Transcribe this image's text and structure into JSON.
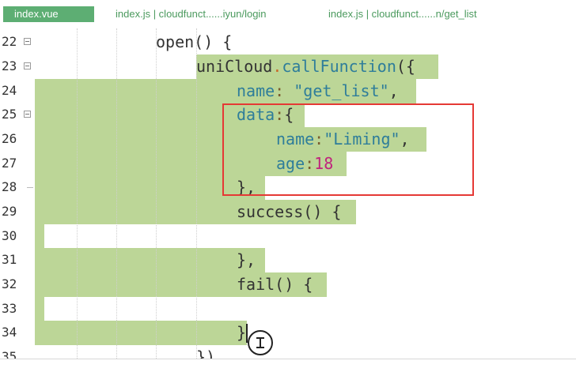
{
  "tabs": [
    {
      "label": "index.vue",
      "active": true
    },
    {
      "label": "index.js | cloudfunct......iyun/login",
      "active": false
    },
    {
      "label": "index.js | cloudfunct......n/get_list",
      "active": false
    }
  ],
  "colors": {
    "accent": "#5dae73",
    "selection": "#bcd697",
    "annotation": "#e53935"
  },
  "lines": [
    {
      "n": "22",
      "text": "open() {"
    },
    {
      "n": "23",
      "text": "uniCloud.callFunction({"
    },
    {
      "n": "24",
      "text": "name: \"get_list\","
    },
    {
      "n": "25",
      "text": "data:{"
    },
    {
      "n": "26",
      "text": "name:\"Liming\","
    },
    {
      "n": "27",
      "text": "age:18"
    },
    {
      "n": "28",
      "text": "},"
    },
    {
      "n": "29",
      "text": "success() {"
    },
    {
      "n": "30",
      "text": ""
    },
    {
      "n": "31",
      "text": "},"
    },
    {
      "n": "32",
      "text": "fail() {"
    },
    {
      "n": "33",
      "text": ""
    },
    {
      "n": "34",
      "text": "}"
    },
    {
      "n": "35",
      "text": "})"
    }
  ],
  "tokens": {
    "l22": "open() {",
    "l23_a": "uniCloud",
    "l23_b": ".",
    "l23_c": "callFunction",
    "l23_d": "({",
    "l24_a": "name",
    "l24_b": ":",
    "l24_c": " \"get_list\"",
    "l24_d": ",",
    "l25_a": "data",
    "l25_b": ":",
    "l25_c": "{",
    "l26_a": "name",
    "l26_b": ":",
    "l26_c": "\"Liming\"",
    "l26_d": ",",
    "l27_a": "age",
    "l27_b": ":",
    "l27_c": "18",
    "l28": "},",
    "l29": "success() {",
    "l31": "},",
    "l32": "fail() {",
    "l34": "}",
    "l35": "})"
  },
  "cursor_icon": "text-cursor-ibeam-icon"
}
